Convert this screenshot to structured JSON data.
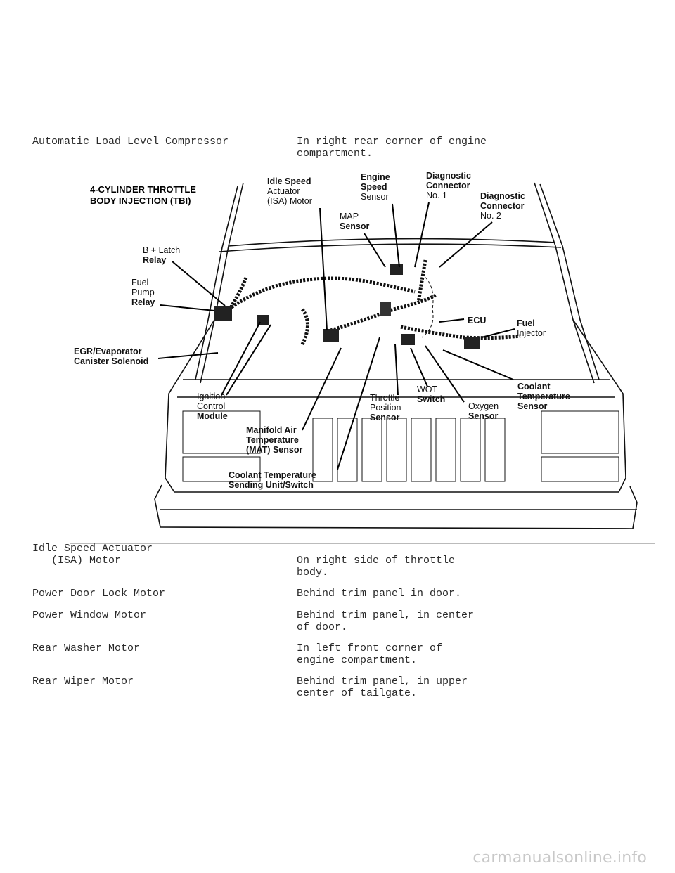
{
  "rows": [
    {
      "component": "Automatic Load Level Compressor",
      "location": "In right rear corner of engine\ncompartment."
    },
    {
      "component": "Idle Speed Actuator\n   (ISA) Motor",
      "location": "On right side of throttle\nbody."
    },
    {
      "component": "Power Door Lock Motor",
      "location": "Behind trim panel in door."
    },
    {
      "component": "Power Window Motor",
      "location": "Behind trim panel, in center\nof door."
    },
    {
      "component": "Rear Washer Motor",
      "location": "In left front corner of\nengine compartment."
    },
    {
      "component": "Rear Wiper Motor",
      "location": "Behind trim panel, in upper\ncenter of tailgate."
    }
  ],
  "diagram": {
    "title_line1": "4-CYLINDER THROTTLE",
    "title_line2": "BODY INJECTION (TBI)",
    "labels": {
      "isa_1": "Idle Speed",
      "isa_2": "Actuator",
      "isa_3": "(ISA) Motor",
      "ess_1": "Engine",
      "ess_2": "Speed",
      "ess_3": "Sensor",
      "dc1_1": "Diagnostic",
      "dc1_2": "Connector",
      "dc1_3": "No. 1",
      "dc2_1": "Diagnostic",
      "dc2_2": "Connector",
      "dc2_3": "No. 2",
      "map_1": "MAP",
      "map_2": "Sensor",
      "blatch_1": "B + Latch",
      "blatch_2": "Relay",
      "fpr_1": "Fuel",
      "fpr_2": "Pump",
      "fpr_3": "Relay",
      "egr_1": "EGR/Evaporator",
      "egr_2": "Canister Solenoid",
      "ecu": "ECU",
      "fi_1": "Fuel",
      "fi_2": "Injector",
      "icm_1": "Ignition",
      "icm_2": "Control",
      "icm_3": "Module",
      "mat_1": "Manifold Air",
      "mat_2": "Temperature",
      "mat_3": "(MAT) Sensor",
      "tps_1": "Throttle",
      "tps_2": "Position",
      "tps_3": "Sensor",
      "wot_1": "WOT",
      "wot_2": "Switch",
      "o2_1": "Oxygen",
      "o2_2": "Sensor",
      "cts_1": "Coolant",
      "cts_2": "Temperature",
      "cts_3": "Sensor",
      "ctsu_1": "Coolant Temperature",
      "ctsu_2": "Sending Unit/Switch"
    }
  },
  "watermark": "carmanualsonline.info"
}
